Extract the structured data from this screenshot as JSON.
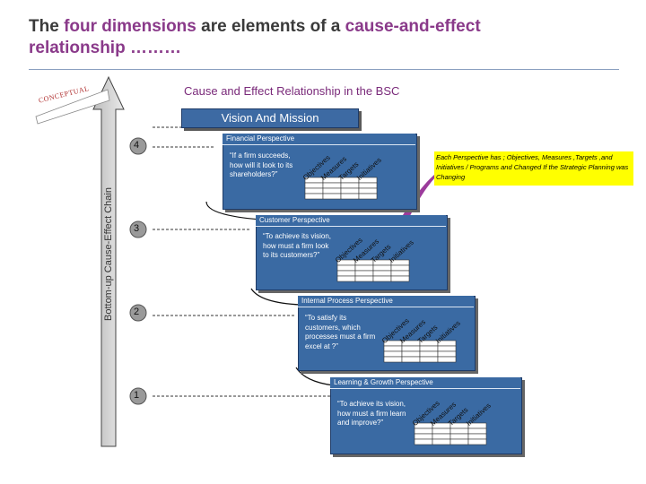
{
  "title": {
    "part1": "The ",
    "highlight1": "four dimensions",
    "part2": " are elements of a ",
    "highlight2": "cause-and-effect",
    "part3": "relationship ………"
  },
  "subheading": "Cause and Effect Relationship in the BSC",
  "conceptual_label": "CONCEPTUAL",
  "vision": "Vision And Mission",
  "chain_label": "Bottom-up Cause-Effect Chain",
  "note": "Each Perspective has ; Objectives, Measures ,Targets ,and Initiatives / Programs and Changed If the Strategic Planning was Changing",
  "grid_headers": [
    "Objectives",
    "Measures",
    "Targets",
    "Initiatives"
  ],
  "perspectives": [
    {
      "number": "4",
      "name": "Financial Perspective",
      "quote": "“If a firm succeeds, how will it look to its shareholders?”"
    },
    {
      "number": "3",
      "name": "Customer Perspective",
      "quote": "“To achieve its vision, how must a firm look to its customers?”"
    },
    {
      "number": "2",
      "name": "Internal Process Perspective",
      "quote": "“To satisfy its customers, which processes must a firm excel at ?”"
    },
    {
      "number": "1",
      "name": "Learning & Growth Perspective",
      "quote": "“To achieve its vision, how must a firm learn and improve?”"
    }
  ],
  "colors": {
    "box": "#3a6aa3",
    "note": "#ffff00",
    "accent": "#8a3a8a",
    "arrow": "#c8c8c8"
  }
}
